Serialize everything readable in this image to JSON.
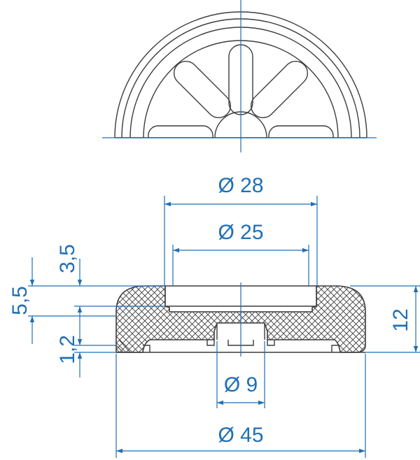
{
  "colors": {
    "outline": "#3c3c3c",
    "dimension": "#1f6fb6",
    "background": "#ffffff"
  },
  "dimensions": {
    "diameter_28": "Ø 28",
    "diameter_25": "Ø 25",
    "diameter_9": "Ø 9",
    "diameter_45": "Ø 45",
    "height_3_5": "3,5",
    "height_5_5": "5,5",
    "height_1_2": "1,2",
    "height_12": "12"
  }
}
